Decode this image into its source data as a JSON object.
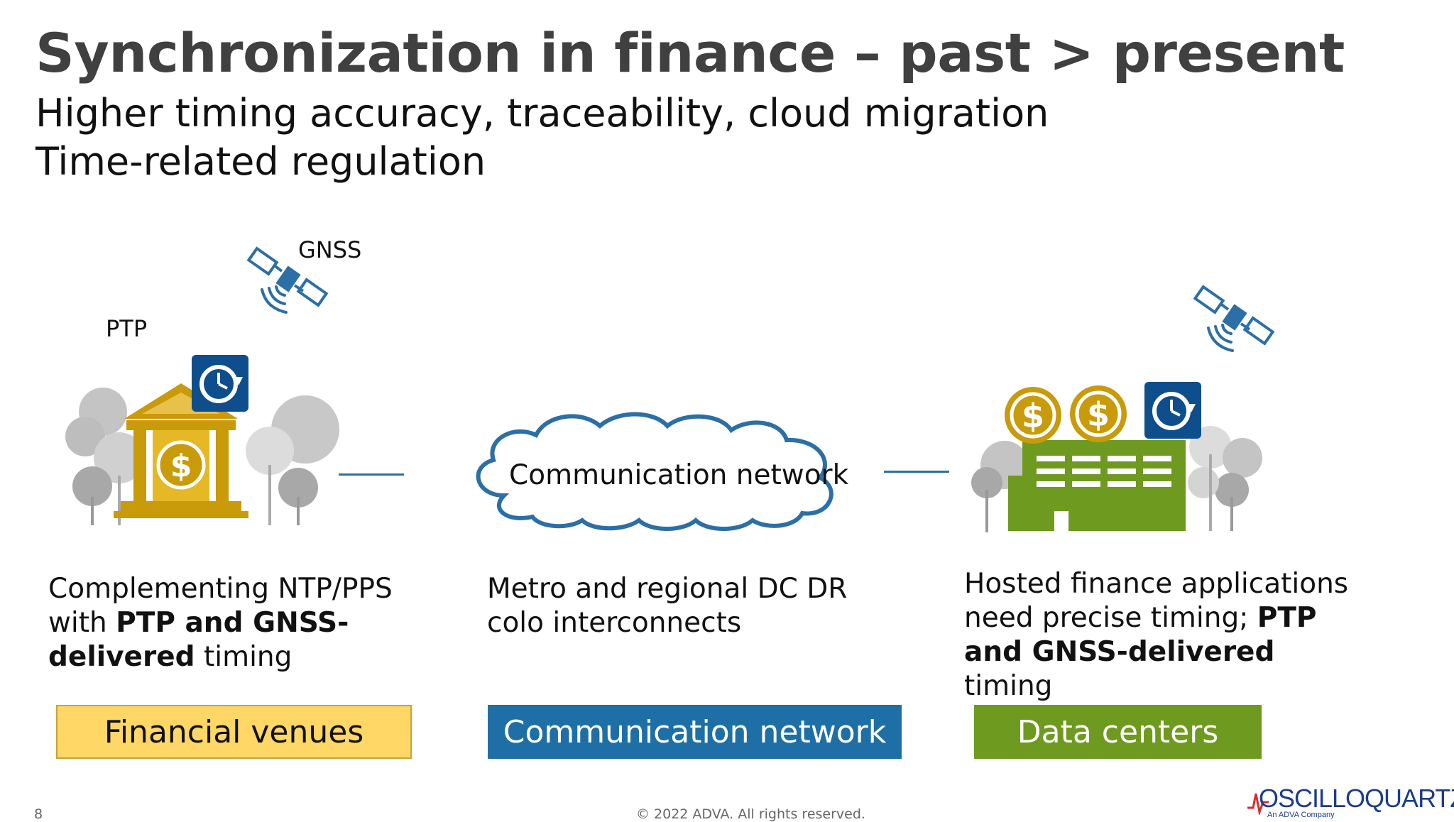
{
  "slide": {
    "title": "Synchronization in finance – past > present",
    "subtitle_lines": [
      "Higher timing accuracy, traceability, cloud migration",
      "Time-related regulation"
    ]
  },
  "diagram": {
    "labels": {
      "gnss": "GNSS",
      "ptp": "PTP"
    },
    "cloud_label": "Communication network",
    "columns": [
      {
        "desc_parts": [
          {
            "text": "Complementing NTP/PPS with ",
            "bold": false
          },
          {
            "text": "PTP and GNSS-delivered",
            "bold": true
          },
          {
            "text": " timing",
            "bold": false
          }
        ],
        "category": "Financial venues"
      },
      {
        "desc_parts": [
          {
            "text": "Metro and regional DC DR colo interconnects",
            "bold": false
          }
        ],
        "category": "Communication network"
      },
      {
        "desc_parts": [
          {
            "text": "Hosted finance applications need precise timing; ",
            "bold": false
          },
          {
            "text": "PTP and GNSS-delivered",
            "bold": true
          },
          {
            "text": " timing",
            "bold": false
          }
        ],
        "category": "Data centers"
      }
    ],
    "colors": {
      "gold": "#c99a0a",
      "blue_dark": "#0f4e8c",
      "blue_mid": "#1f6fa7",
      "satellite": "#2c6fa6",
      "green": "#6e9a1f",
      "yellow_box": "#fed766",
      "gray_tree": "#b7b7b7"
    },
    "icons": [
      "satellite-icon",
      "bank-icon",
      "clock-sync-icon",
      "dollar-coin-icon",
      "cloud-icon",
      "datacenter-icon",
      "tree-icon"
    ]
  },
  "footer": {
    "page_number": "8",
    "copyright": "© 2022 ADVA. All rights reserved.",
    "logo_text": "OSCILLOQUARTZ",
    "logo_subtext": "An ADVA Company"
  }
}
